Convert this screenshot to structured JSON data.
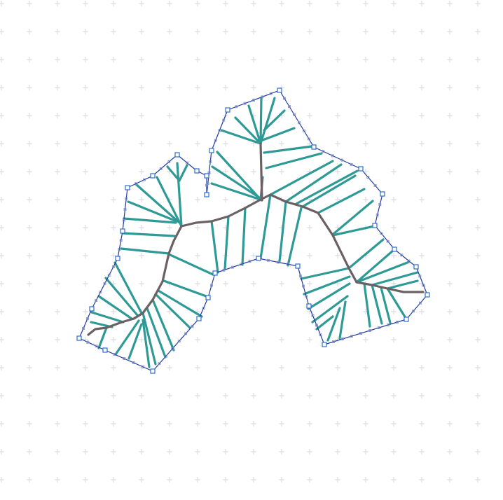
{
  "colors": {
    "background": "#ffffff",
    "grid_mark": "#d6d6dc",
    "outline": "#1f3aa0",
    "vertex_handle": "#2f6fd0",
    "edge_tick": "#7f8fc0",
    "skeleton": "#6b6164",
    "rib": "#2e9a96"
  },
  "icons": {
    "grid_mark": "crosshair-plus",
    "vertex_handle": "square-handle",
    "edge_tick": "small-tick"
  },
  "grid": {
    "visible": true
  }
}
